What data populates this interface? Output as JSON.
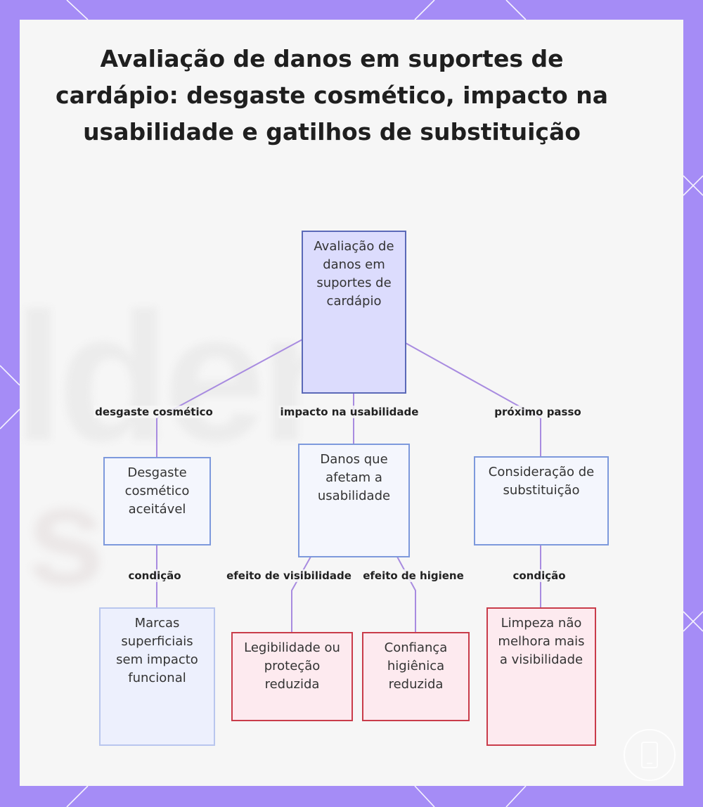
{
  "title": "Avaliação de danos em suportes de cardápio: desgaste cosmético, impacto na usabilidade e gatilhos de substituição",
  "nodes": {
    "root": "Avaliação de danos em suportes de cardápio",
    "cosmetic": "Desgaste cosmético aceitável",
    "usability": "Danos que afetam a usabilidade",
    "replace": "Consideração de substituição",
    "surface": "Marcas superficiais sem impacto funcional",
    "legibility": "Legibilidade ou proteção reduzida",
    "hygiene": "Confiança higiênica reduzida",
    "cleaning": "Limpeza não melhora mais a visibilidade"
  },
  "edges": {
    "cosmetic": "desgaste cosmético",
    "usability": "impacto na usabilidade",
    "next": "próximo passo",
    "cond1": "condição",
    "visibility": "efeito de visibilidade",
    "hygiene": "efeito de higiene",
    "cond2": "condição"
  },
  "colors": {
    "frame": "#a58cf6",
    "edge": "#a88be0",
    "root_fill": "#dcdcfd",
    "root_border": "#5b69b8",
    "mid_border": "#7d99dc",
    "alert_fill": "#fdeaef",
    "alert_border": "#c93c4a"
  },
  "watermark_icon": "phone-icon"
}
